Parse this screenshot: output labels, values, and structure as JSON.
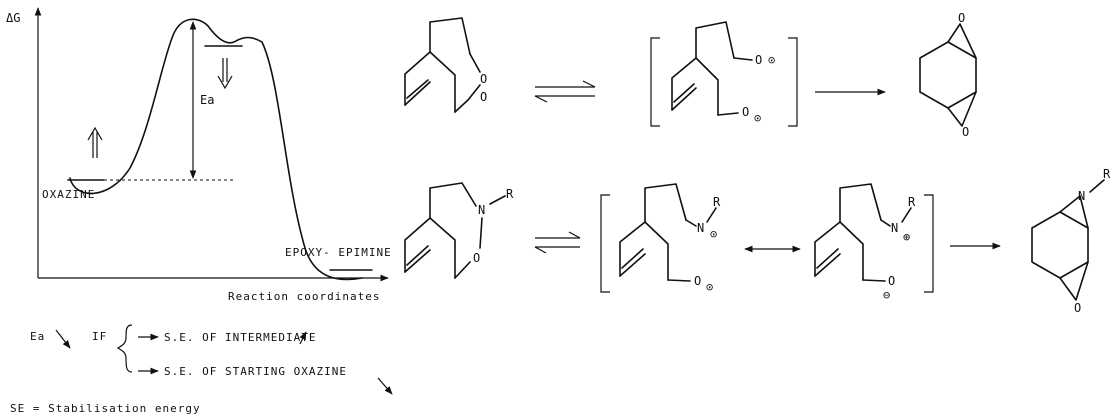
{
  "energy_profile": {
    "y_axis_label": "ΔG",
    "x_axis_label": "Reaction coordinates",
    "barrier_label": "Ea",
    "start_label": "OXAZINE",
    "end_label": "EPOXY- EPIMINE"
  },
  "notes": {
    "ea": "Ea",
    "if_word": "IF",
    "line1": "S.E. OF  INTERMEDIATE",
    "line2": "S.E. OF  STARTING OXAZINE",
    "definition": "SE = Stabilisation energy"
  },
  "atoms": {
    "o": "O",
    "n": "N",
    "r": "R",
    "radical": "⊙",
    "plus": "⊕",
    "minus": "⊖"
  }
}
